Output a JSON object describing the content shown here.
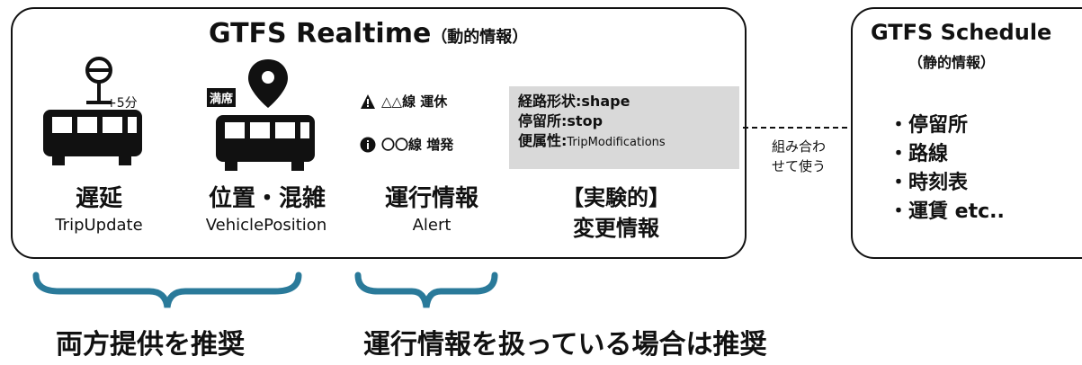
{
  "realtime": {
    "title": "GTFS Realtime",
    "title_suffix": "（動的情報）",
    "trip_update": {
      "label": "遅延",
      "sub": "TripUpdate",
      "delay_badge": "+5分"
    },
    "vehicle_position": {
      "label": "位置・混雑",
      "sub": "VehiclePosition",
      "crowd_tag": "満席"
    },
    "alert": {
      "label": "運行情報",
      "sub": "Alert",
      "line1": "△△線 運休",
      "line2": "〇〇線 増発"
    },
    "experimental": {
      "label1": "【実験的】",
      "label2": "変更情報",
      "field1": "経路形状:shape",
      "field2": "停留所:stop",
      "field3_label": "便属性:",
      "field3_value": "TripModifications"
    }
  },
  "connector": {
    "line1": "組み合わ",
    "line2": "せて使う"
  },
  "schedule": {
    "title": "GTFS Schedule",
    "subtitle": "（静的情報）",
    "items": [
      "・停留所",
      "・路線",
      "・時刻表",
      "・運賃 etc.."
    ]
  },
  "bottom": {
    "left_label": "両方提供を推奨",
    "right_label": "運行情報を扱っている場合は推奨"
  },
  "colors": {
    "brace": "#2a7a9a",
    "gray": "#d9d9d9",
    "ink": "#111111"
  }
}
